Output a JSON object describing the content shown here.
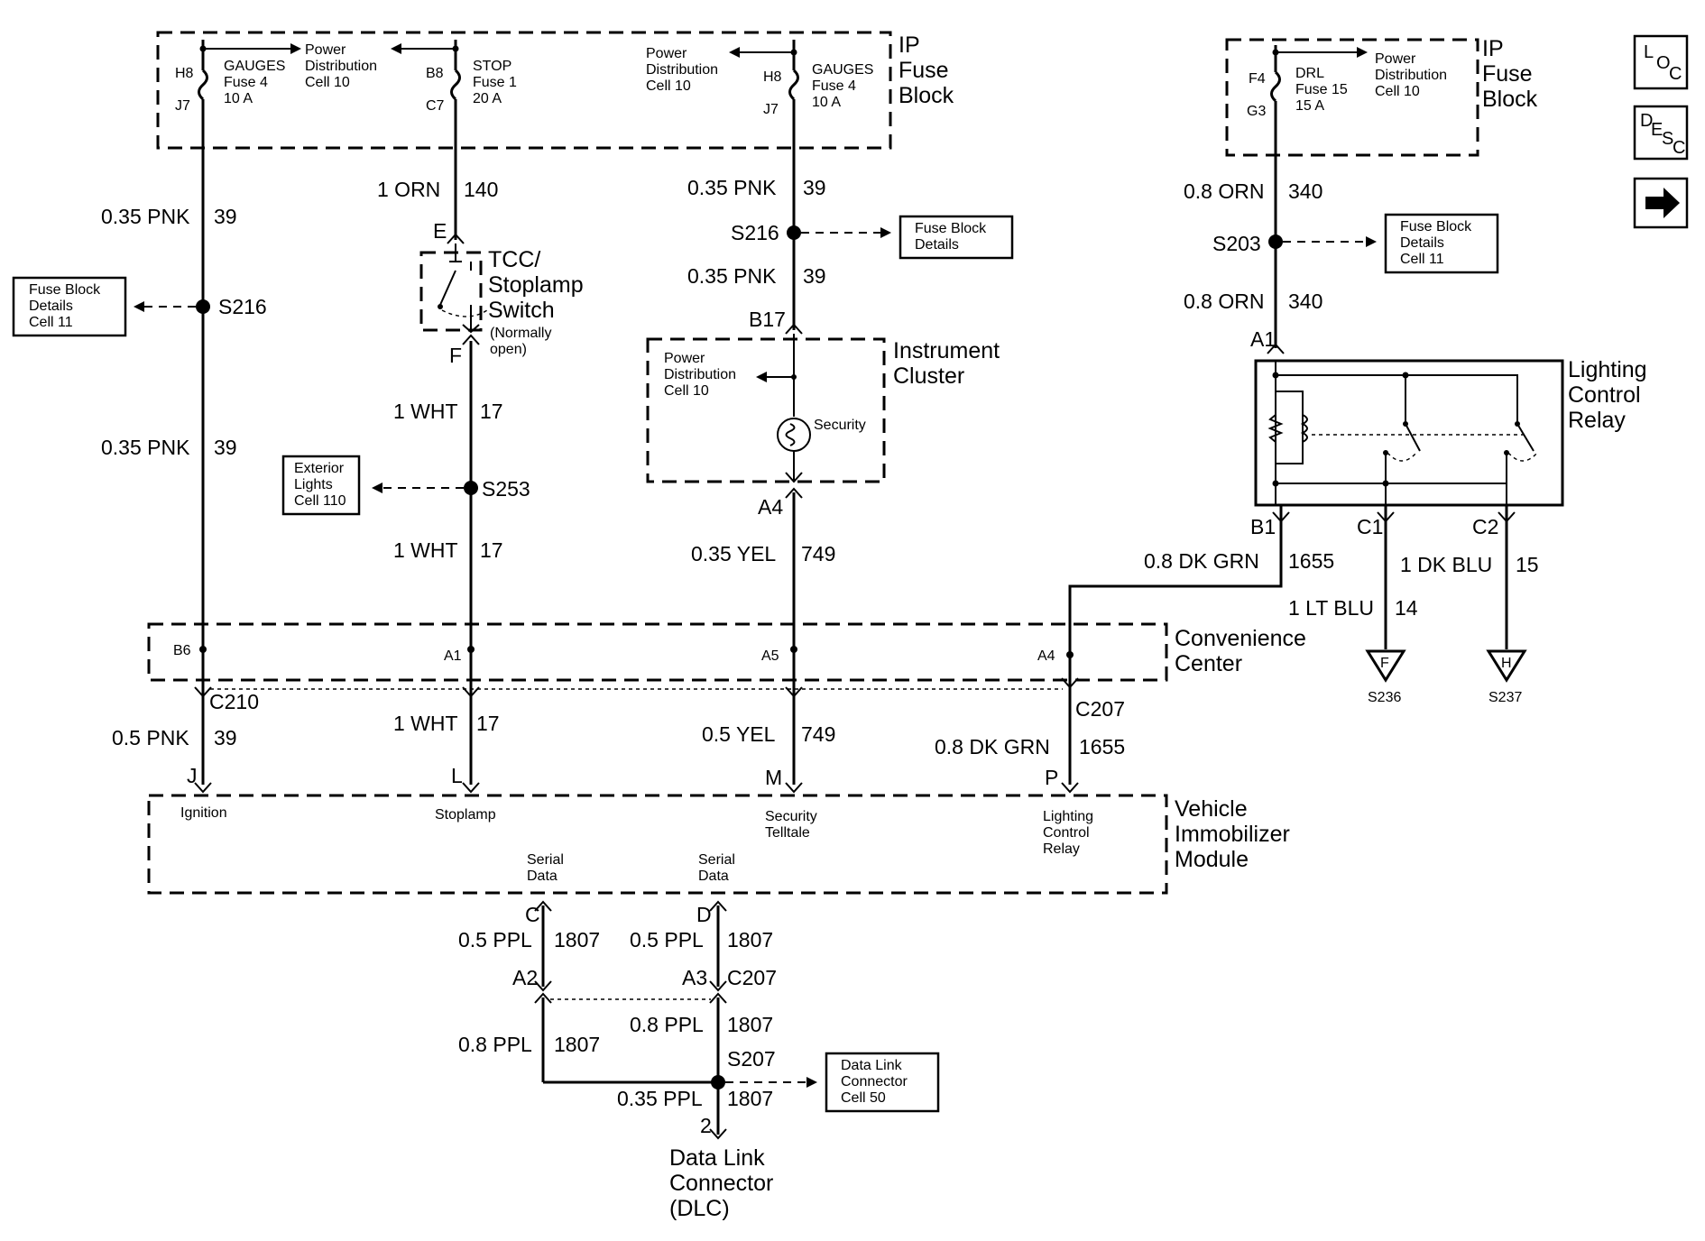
{
  "blocks": {
    "ip_fuse_block_1": "IP\nFuse\nBlock",
    "ip_fuse_block_2": "IP\nFuse\nBlock",
    "instrument_cluster": "Instrument\nCluster",
    "convenience_center": "Convenience\nCenter",
    "immobilizer": "Vehicle\nImmobilizer\nModule",
    "lighting_relay": "Lighting\nControl\nRelay",
    "dlc": "Data Link\nConnector\n(DLC)",
    "tcc_switch": "TCC/\nStoplamp\nSwitch",
    "tcc_switch_note": "(Normally\nopen)"
  },
  "fuses": {
    "gauges_left": "GAUGES\nFuse 4\n10 A",
    "stop": "STOP\nFuse 1\n20 A",
    "gauges_mid": "GAUGES\nFuse 4\n10 A",
    "drl": "DRL\nFuse 15\n15 A",
    "pd1": "Power\nDistribution\nCell 10",
    "pd2": "Power\nDistribution\nCell 10",
    "pd3": "Power\nDistribution\nCell 10",
    "pd4": "Power\nDistribution\nCell 10"
  },
  "ref_boxes": {
    "fb_left": "Fuse Block\nDetails\nCell 11",
    "fb_mid": "Fuse Block\nDetails",
    "fb_right": "Fuse Block\nDetails\nCell 11",
    "ext_lights": "Exterior\nLights\nCell 110",
    "dlc_box": "Data Link\nConnector\nCell 50"
  },
  "pins": {
    "h8a": "H8",
    "j7a": "J7",
    "b8": "B8",
    "c7": "C7",
    "h8b": "H8",
    "j7b": "J7",
    "f4": "F4",
    "g3": "G3",
    "e": "E",
    "f": "F",
    "b17": "B17",
    "a4ic": "A4",
    "a1r": "A1",
    "b1": "B1",
    "c1": "C1",
    "c2": "C2",
    "b6": "B6",
    "a1": "A1",
    "a5": "A5",
    "a4": "A4",
    "c210": "C210",
    "c207a": "C207",
    "c207b": "C207",
    "j": "J",
    "l": "L",
    "m": "M",
    "p": "P",
    "c": "C",
    "d": "D",
    "a2": "A2",
    "a3": "A3",
    "two": "2"
  },
  "splices": {
    "s216a": "S216",
    "s216b": "S216",
    "s253": "S253",
    "s203": "S203",
    "s207": "S207"
  },
  "grounds": {
    "f": "F",
    "h": "H",
    "s236": "S236",
    "s237": "S237"
  },
  "wires": {
    "pnk1": [
      "0.35 PNK",
      "39"
    ],
    "pnk2": [
      "0.35 PNK",
      "39"
    ],
    "pnk3": [
      "0.5 PNK",
      "39"
    ],
    "orn1": [
      "1 ORN",
      "140"
    ],
    "wht1": [
      "1 WHT",
      "17"
    ],
    "wht2": [
      "1 WHT",
      "17"
    ],
    "wht3": [
      "1 WHT",
      "17"
    ],
    "pnkm1": [
      "0.35 PNK",
      "39"
    ],
    "pnkm2": [
      "0.35 PNK",
      "39"
    ],
    "yel1": [
      "0.35 YEL",
      "749"
    ],
    "yel2": [
      "0.5 YEL",
      "749"
    ],
    "orn2": [
      "0.8 ORN",
      "340"
    ],
    "orn3": [
      "0.8 ORN",
      "340"
    ],
    "dkgrn1": [
      "0.8 DK GRN",
      "1655"
    ],
    "dkgrn2": [
      "0.8 DK GRN",
      "1655"
    ],
    "dkblu": [
      "1 DK BLU",
      "15"
    ],
    "ltblu": [
      "1 LT BLU",
      "14"
    ],
    "ppl1": [
      "0.5 PPL",
      "1807"
    ],
    "ppl2": [
      "0.5 PPL",
      "1807"
    ],
    "ppl3": [
      "0.8 PPL",
      "1807"
    ],
    "ppl4": [
      "0.8 PPL",
      "1807"
    ],
    "ppl5": [
      "0.35 PPL",
      "1807"
    ]
  },
  "module_pins": {
    "ignition": "Ignition",
    "stoplamp": "Stoplamp",
    "security": "Security\nTelltale",
    "lighting": "Lighting\nControl\nRelay",
    "serial1": "Serial\nData",
    "serial2": "Serial\nData"
  },
  "security_lamp": "Security",
  "nav": {
    "loc": [
      "L",
      "O",
      "C"
    ],
    "desc": [
      "D",
      "E",
      "S",
      "C"
    ],
    "next_icon": "arrow-right-icon"
  }
}
